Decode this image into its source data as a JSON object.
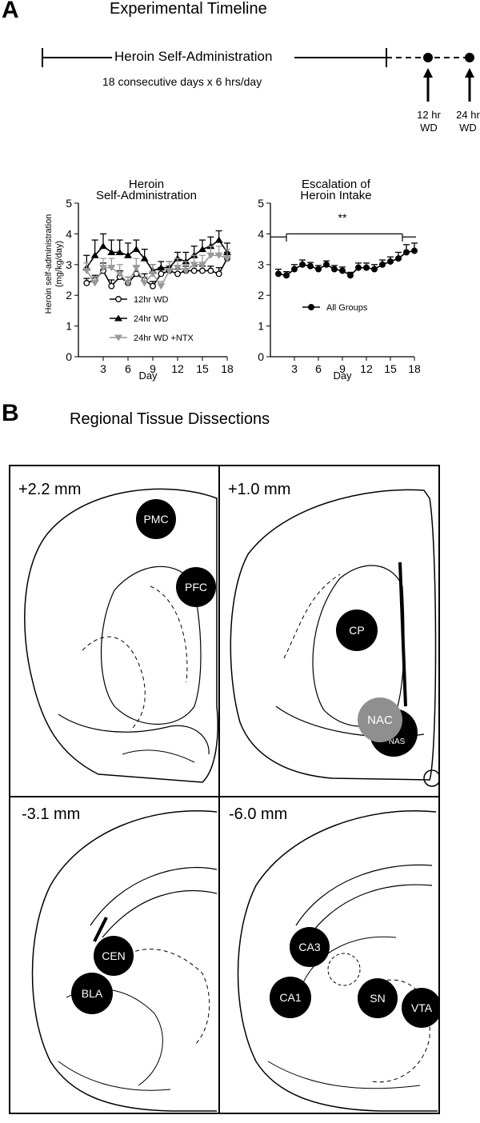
{
  "panelA": {
    "letter": "A",
    "title": "Experimental Timeline",
    "timeline_label": "Heroin Self-Administration",
    "schedule": "18 consecutive days x 6 hrs/day",
    "wd12_line1": "12 hr",
    "wd12_line2": "WD",
    "wd24_line1": "24 hr",
    "wd24_line2": "WD"
  },
  "panelB": {
    "letter": "B",
    "title": "Regional Tissue Dissections"
  },
  "chart_data": [
    {
      "type": "line",
      "title_line1": "Heroin",
      "title_line2": "Self-Administration",
      "xlabel": "Day",
      "ylabel_line1": "Heroin self-administration",
      "ylabel_line2": "(mg/kg/day)",
      "xlim": [
        0,
        18
      ],
      "ylim": [
        0,
        5
      ],
      "xticks": [
        3,
        6,
        9,
        12,
        15,
        18
      ],
      "yticks": [
        0,
        1,
        2,
        3,
        4,
        5
      ],
      "x": [
        1,
        2,
        3,
        4,
        5,
        6,
        7,
        8,
        9,
        10,
        11,
        12,
        13,
        14,
        15,
        16,
        17,
        18
      ],
      "series": [
        {
          "name": "12hr WD",
          "marker": "open-circle",
          "color": "#000000",
          "values": [
            2.4,
            2.5,
            2.8,
            2.3,
            2.6,
            2.4,
            2.7,
            2.5,
            2.3,
            2.7,
            2.8,
            2.7,
            2.8,
            2.8,
            2.8,
            2.8,
            2.7,
            3.2
          ],
          "errors": [
            0.15,
            0.15,
            0.25,
            0.2,
            0.2,
            0.2,
            0.25,
            0.2,
            0.15,
            0.2,
            0.15,
            0.15,
            0.15,
            0.15,
            0.15,
            0.15,
            0.2,
            0.2
          ]
        },
        {
          "name": "24hr WD",
          "marker": "filled-triangle",
          "color": "#000000",
          "values": [
            2.9,
            3.3,
            3.6,
            3.4,
            3.4,
            3.3,
            3.5,
            3.2,
            2.8,
            2.9,
            2.9,
            3.2,
            3.1,
            3.3,
            3.5,
            3.6,
            3.8,
            3.4
          ],
          "errors": [
            0.4,
            0.5,
            0.4,
            0.4,
            0.4,
            0.4,
            0.3,
            0.3,
            0.2,
            0.2,
            0.2,
            0.2,
            0.3,
            0.3,
            0.3,
            0.3,
            0.3,
            0.3
          ]
        },
        {
          "name": "24hr WD +NTX",
          "marker": "gray-triangle",
          "color": "#999999",
          "values": [
            2.8,
            2.4,
            2.9,
            2.9,
            2.7,
            2.4,
            2.9,
            2.4,
            2.7,
            2.3,
            2.8,
            2.9,
            2.8,
            3.0,
            3.0,
            3.3,
            3.3,
            3.2
          ],
          "errors": [
            0.25,
            0.2,
            0.3,
            0.3,
            0.3,
            0.2,
            0.3,
            0.2,
            0.3,
            0.15,
            0.3,
            0.3,
            0.3,
            0.3,
            0.3,
            0.3,
            0.3,
            0.3
          ]
        }
      ],
      "legend": "bottom-right"
    },
    {
      "type": "line",
      "title_line1": "Escalation of",
      "title_line2": "Heroin Intake",
      "xlabel": "Day",
      "xlim": [
        0,
        18
      ],
      "ylim": [
        0,
        5
      ],
      "xticks": [
        3,
        6,
        9,
        12,
        15,
        18
      ],
      "yticks": [
        0,
        1,
        2,
        3,
        4,
        5
      ],
      "x": [
        1,
        2,
        3,
        4,
        5,
        6,
        7,
        8,
        9,
        10,
        11,
        12,
        13,
        14,
        15,
        16,
        17,
        18
      ],
      "series": [
        {
          "name": "All Groups",
          "marker": "filled-circle",
          "color": "#000000",
          "values": [
            2.7,
            2.65,
            2.85,
            3.0,
            2.95,
            2.85,
            3.0,
            2.85,
            2.8,
            2.65,
            2.9,
            2.9,
            2.85,
            3.0,
            3.1,
            3.2,
            3.4,
            3.45
          ],
          "errors": [
            0.15,
            0.12,
            0.15,
            0.15,
            0.12,
            0.12,
            0.12,
            0.12,
            0.12,
            0.1,
            0.15,
            0.15,
            0.15,
            0.15,
            0.15,
            0.2,
            0.25,
            0.25
          ]
        }
      ],
      "significance": "**",
      "legend": "bottom-right"
    }
  ],
  "sections": [
    {
      "label": "+2.2 mm",
      "regions": [
        "PMC",
        "PFC"
      ]
    },
    {
      "label": "+1.0 mm",
      "regions": [
        "CP",
        "NAS",
        "NAC"
      ]
    },
    {
      "label": "-3.1 mm",
      "regions": [
        "CEN",
        "BLA"
      ]
    },
    {
      "label": "-6.0 mm",
      "regions": [
        "CA3",
        "CA1",
        "SN",
        "VTA"
      ]
    }
  ],
  "colors": {
    "ink": "#000000",
    "nac_gray": "#8f8f8f",
    "ntx_gray": "#999999"
  }
}
